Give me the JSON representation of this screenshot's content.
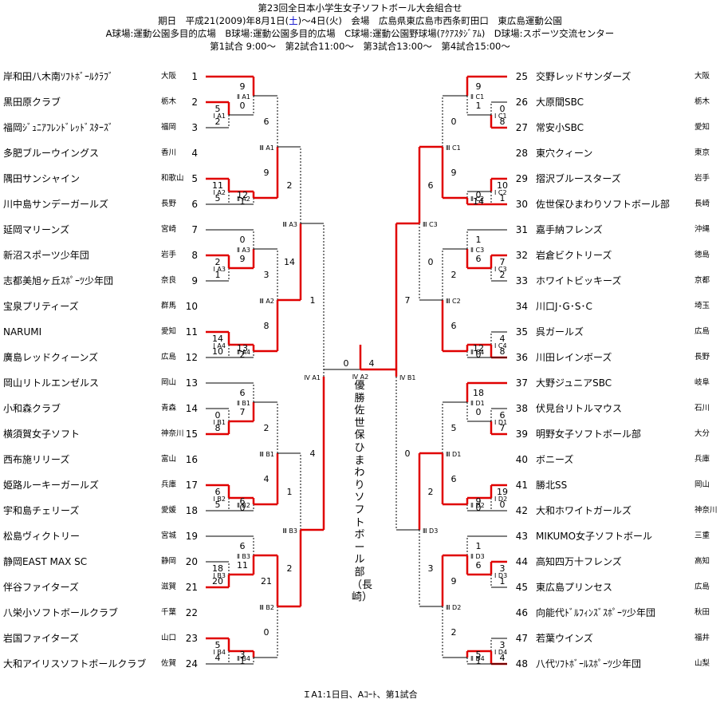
{
  "header": {
    "title": "第23回全日本小学生女子ソフトボール大会組合せ",
    "line2_pre": "期日　平成21(2009)年8月1日(",
    "line2_sat": "土",
    "line2_post": ")～4日(火)　会場　広島県東広島市西条町田口　東広島運動公園",
    "line3": "A球場:運動公園多目的広場　B球場:運動公園多目的広場　C球場:運動公園野球場(ｱｸｱｽﾀｼﾞｱﾑ)　D球場:スポーツ交流センター",
    "line4": "第1試合 9:00～　第2試合11:00～　第3試合13:00～　第4試合15:00～"
  },
  "footer": "ＩA1:1日目、Aｺｰﾄ、第1試合",
  "champion": "優勝　佐世保ひまわりソフトボール部（長崎）",
  "colors": {
    "winner": "#e00000",
    "line": "#000000",
    "dashed": "#666666"
  },
  "left_teams": [
    {
      "no": "1",
      "name": "岸和田八木南ｿﾌﾄﾎﾞｰﾙｸﾗﾌﾞ",
      "pref": "大阪"
    },
    {
      "no": "2",
      "name": "黒田原クラブ",
      "pref": "栃木"
    },
    {
      "no": "3",
      "name": "福岡ｼﾞｭﾆｱﾌﾚﾝﾄﾞﾚｯﾄﾞｽﾀｰｽﾞ",
      "pref": "福岡"
    },
    {
      "no": "4",
      "name": "多肥ブルーウイングス",
      "pref": "香川"
    },
    {
      "no": "5",
      "name": "隅田サンシャイン",
      "pref": "和歌山"
    },
    {
      "no": "6",
      "name": "川中島サンデーガールズ",
      "pref": "長野"
    },
    {
      "no": "7",
      "name": "延岡マリーンズ",
      "pref": "宮崎"
    },
    {
      "no": "8",
      "name": "新沼スポーツ少年団",
      "pref": "岩手"
    },
    {
      "no": "9",
      "name": "志都美旭ヶ丘ｽﾎﾟｰﾂ少年団",
      "pref": "奈良"
    },
    {
      "no": "10",
      "name": "宝泉プリティーズ",
      "pref": "群馬"
    },
    {
      "no": "11",
      "name": "NARUMI",
      "pref": "愛知"
    },
    {
      "no": "12",
      "name": "廣島レッドクィーンズ",
      "pref": "広島"
    },
    {
      "no": "13",
      "name": "岡山リトルエンゼルス",
      "pref": "岡山"
    },
    {
      "no": "14",
      "name": "小和森クラブ",
      "pref": "青森"
    },
    {
      "no": "15",
      "name": "横須賀女子ソフト",
      "pref": "神奈川"
    },
    {
      "no": "16",
      "name": "西布施リリーズ",
      "pref": "富山"
    },
    {
      "no": "17",
      "name": "姫路ルーキーガールズ",
      "pref": "兵庫"
    },
    {
      "no": "18",
      "name": "宇和島チェリーズ",
      "pref": "愛媛"
    },
    {
      "no": "19",
      "name": "松島ヴィクトリー",
      "pref": "宮城"
    },
    {
      "no": "20",
      "name": "静岡EAST MAX SC",
      "pref": "静岡"
    },
    {
      "no": "21",
      "name": "伴谷ファイターズ",
      "pref": "滋賀"
    },
    {
      "no": "22",
      "name": "八栄小ソフトボールクラブ",
      "pref": "千葉"
    },
    {
      "no": "23",
      "name": "岩国ファイターズ",
      "pref": "山口"
    },
    {
      "no": "24",
      "name": "大和アイリスソフトボールクラブ",
      "pref": "佐賀"
    }
  ],
  "right_teams": [
    {
      "no": "25",
      "name": "交野レッドサンダーズ",
      "pref": "大阪"
    },
    {
      "no": "26",
      "name": "大原間SBC",
      "pref": "栃木"
    },
    {
      "no": "27",
      "name": "常安小SBC",
      "pref": "愛知"
    },
    {
      "no": "28",
      "name": "東穴クィーン",
      "pref": "東京"
    },
    {
      "no": "29",
      "name": "摺沢ブルースターズ",
      "pref": "岩手"
    },
    {
      "no": "30",
      "name": "佐世保ひまわりソフトボール部",
      "pref": "長崎"
    },
    {
      "no": "31",
      "name": "嘉手納フレンズ",
      "pref": "沖縄"
    },
    {
      "no": "32",
      "name": "岩倉ビクトリーズ",
      "pref": "徳島"
    },
    {
      "no": "33",
      "name": "ホワイトビッキーズ",
      "pref": "京都"
    },
    {
      "no": "34",
      "name": "川口J･G･S･C",
      "pref": "埼玉"
    },
    {
      "no": "35",
      "name": "呉ガールズ",
      "pref": "広島"
    },
    {
      "no": "36",
      "name": "川田レインボーズ",
      "pref": "長野"
    },
    {
      "no": "37",
      "name": "大野ジュニアSBC",
      "pref": "岐阜"
    },
    {
      "no": "38",
      "name": "伏見台リトルマウス",
      "pref": "石川"
    },
    {
      "no": "39",
      "name": "明野女子ソフトボール部",
      "pref": "大分"
    },
    {
      "no": "40",
      "name": "ボニーズ",
      "pref": "兵庫"
    },
    {
      "no": "41",
      "name": "勝北SS",
      "pref": "岡山"
    },
    {
      "no": "42",
      "name": "大和ホワイトガールズ",
      "pref": "神奈川"
    },
    {
      "no": "43",
      "name": "MIKUMO女子ソフトボール",
      "pref": "三重"
    },
    {
      "no": "44",
      "name": "高知四万十フレンズ",
      "pref": "高知"
    },
    {
      "no": "45",
      "name": "東広島プリンセス",
      "pref": "広島"
    },
    {
      "no": "46",
      "name": "向能代ﾄﾞﾙﾌｨﾝｽﾞｽﾎﾟｰﾂ少年団",
      "pref": "秋田"
    },
    {
      "no": "47",
      "name": "若葉ウインズ",
      "pref": "福井"
    },
    {
      "no": "48",
      "name": "八代ｿﾌﾄﾎﾞｰﾙｽﾎﾟｰﾂ少年団",
      "pref": "山梨"
    }
  ],
  "game_labels": {
    "L1": "Ⅰ A1",
    "L2": "Ⅰ A2",
    "L3": "Ⅰ A3",
    "L4": "Ⅰ A4",
    "L5": "Ⅰ B1",
    "L6": "Ⅰ B2",
    "L7": "Ⅰ B3",
    "L8": "Ⅰ B4",
    "L9": "Ⅱ A1",
    "L10": "Ⅱ A2",
    "L11": "Ⅱ A3",
    "L12": "Ⅱ A4",
    "L13": "Ⅱ B1",
    "L14": "Ⅱ B2",
    "L15": "Ⅱ B3",
    "L16": "Ⅱ B4",
    "L17": "Ⅲ A1",
    "L18": "Ⅲ A2",
    "L19": "Ⅲ B1",
    "L20": "Ⅲ B2",
    "L21": "Ⅲ A3",
    "L22": "Ⅲ B3",
    "L23": "Ⅳ A1",
    "R1": "Ⅰ C1",
    "R2": "Ⅰ C2",
    "R3": "Ⅰ C3",
    "R4": "Ⅰ C4",
    "R5": "Ⅰ D1",
    "R6": "Ⅰ D2",
    "R7": "Ⅰ D3",
    "R8": "Ⅰ D4",
    "R9": "Ⅱ C1",
    "R10": "Ⅱ C2",
    "R11": "Ⅱ C3",
    "R12": "Ⅱ C4",
    "R13": "Ⅱ D1",
    "R14": "Ⅱ D2",
    "R15": "Ⅱ D3",
    "R16": "Ⅱ D4",
    "R17": "Ⅲ C1",
    "R18": "Ⅲ C2",
    "R19": "Ⅲ D1",
    "R20": "Ⅲ D2",
    "R21": "Ⅲ C3",
    "R22": "Ⅲ D3",
    "R23": "Ⅳ B1",
    "F": "Ⅳ A2"
  },
  "scores": {
    "L1": [
      "5",
      "2"
    ],
    "L2": [
      "11",
      "5"
    ],
    "L3": [
      "2",
      "1"
    ],
    "L4": [
      "14",
      "10"
    ],
    "L5": [
      "0",
      "8"
    ],
    "L6": [
      "6",
      "5"
    ],
    "L7": [
      "18",
      "20"
    ],
    "L8": [
      "5",
      "4"
    ],
    "L9": [
      "9",
      "0"
    ],
    "L10": [
      "12",
      "1"
    ],
    "L11": [
      "0",
      "9"
    ],
    "L12": [
      "13",
      "2"
    ],
    "L13": [
      "6",
      "7"
    ],
    "L14": [
      "6",
      "0"
    ],
    "L15": [
      "6",
      "11"
    ],
    "L16": [
      "3",
      "1"
    ],
    "L17": [
      "6",
      "9"
    ],
    "L18": [
      "3",
      "8"
    ],
    "L19": [
      "2",
      "4"
    ],
    "L20": [
      "21",
      "0"
    ],
    "L21": [
      "2",
      "14"
    ],
    "L22": [
      "1",
      "2"
    ],
    "L23": [
      "1",
      "4"
    ],
    "R1": [
      "0",
      "8"
    ],
    "R2": [
      "10",
      "1"
    ],
    "R3": [
      "7",
      "2"
    ],
    "R4": [
      "4",
      "8"
    ],
    "R5": [
      "6",
      "7"
    ],
    "R6": [
      "19",
      "0"
    ],
    "R7": [
      "3",
      "1"
    ],
    "R8": [
      "3",
      "4"
    ],
    "R9": [
      "9",
      "1"
    ],
    "R10": [
      "0",
      "14"
    ],
    "R11": [
      "1",
      "6"
    ],
    "R12": [
      "12",
      "0"
    ],
    "R13": [
      "18",
      "0"
    ],
    "R14": [
      "9",
      "0"
    ],
    "R15": [
      "1",
      "6"
    ],
    "R16": [
      "5",
      "1"
    ],
    "R17": [
      "0",
      "9"
    ],
    "R18": [
      "2",
      "6"
    ],
    "R19": [
      "5",
      "6"
    ],
    "R20": [
      "9",
      "2"
    ],
    "R21": [
      "6",
      "0"
    ],
    "R22": [
      "2",
      "3"
    ],
    "R23": [
      "7",
      "0"
    ],
    "F": [
      "0",
      "4"
    ]
  },
  "winners": {
    "L1": "top",
    "L2": "top",
    "L3": "top",
    "L4": "top",
    "L5": "bot",
    "L6": "top",
    "L7": "bot",
    "L8": "top",
    "L9": "top",
    "L10": "top",
    "L11": "bot",
    "L12": "top",
    "L13": "bot",
    "L14": "top",
    "L15": "bot",
    "L16": "top",
    "L17": "bot",
    "L18": "bot",
    "L19": "bot",
    "L20": "top",
    "L21": "bot",
    "L22": "bot",
    "L23": "bot",
    "R1": "bot",
    "R2": "top",
    "R3": "top",
    "R4": "bot",
    "R5": "bot",
    "R6": "top",
    "R7": "top",
    "R8": "bot",
    "R9": "top",
    "R10": "bot",
    "R11": "bot",
    "R12": "top",
    "R13": "top",
    "R14": "top",
    "R15": "bot",
    "R16": "top",
    "R17": "bot",
    "R18": "bot",
    "R19": "bot",
    "R20": "top",
    "R21": "top",
    "R22": "top",
    "R23": "top",
    "F": "bot"
  }
}
